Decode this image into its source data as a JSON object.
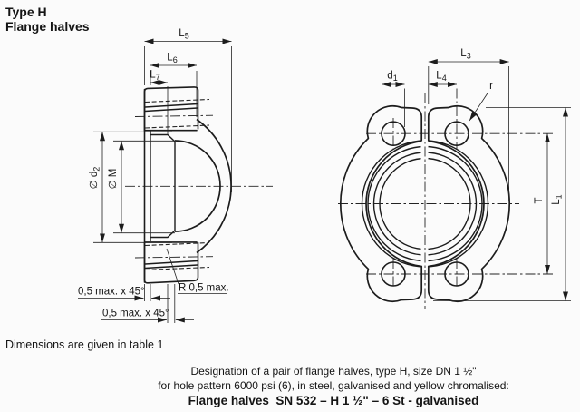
{
  "title": {
    "line1": "Type H",
    "line2": "Flange halves"
  },
  "notes": {
    "dimensions_note": "Dimensions are given in table 1"
  },
  "designation": {
    "line1": "Designation of a pair of flange halves, type H, size DN 1 ½\"",
    "line2": "for hole pattern 6000 psi (6), in steel, galvanised and yellow chromalised:",
    "line3": "Flange halves  SN 532 – H 1 ½\" – 6 St - galvanised"
  },
  "side_view": {
    "labels": {
      "L5": {
        "main": "L",
        "sub": "5"
      },
      "L6": {
        "main": "L",
        "sub": "6"
      },
      "L7": {
        "main": "L",
        "sub": "7"
      },
      "d2": {
        "main": "∅ d",
        "sub": "2"
      },
      "M": {
        "main": "∅ M",
        "sub": ""
      },
      "chamfer_back": "0,5 max. x 45°",
      "chamfer_face": "0,5 max. x 45°",
      "radius_note": "R 0,5 max."
    }
  },
  "front_view": {
    "labels": {
      "L3": {
        "main": "L",
        "sub": "3"
      },
      "L4": {
        "main": "L",
        "sub": "4"
      },
      "d1": {
        "main": "d",
        "sub": "1"
      },
      "r": "r",
      "T": "T",
      "L1": {
        "main": "L",
        "sub": "1"
      }
    }
  },
  "colors": {
    "line": "#1c1c1c",
    "background": "#fbfbfb"
  }
}
